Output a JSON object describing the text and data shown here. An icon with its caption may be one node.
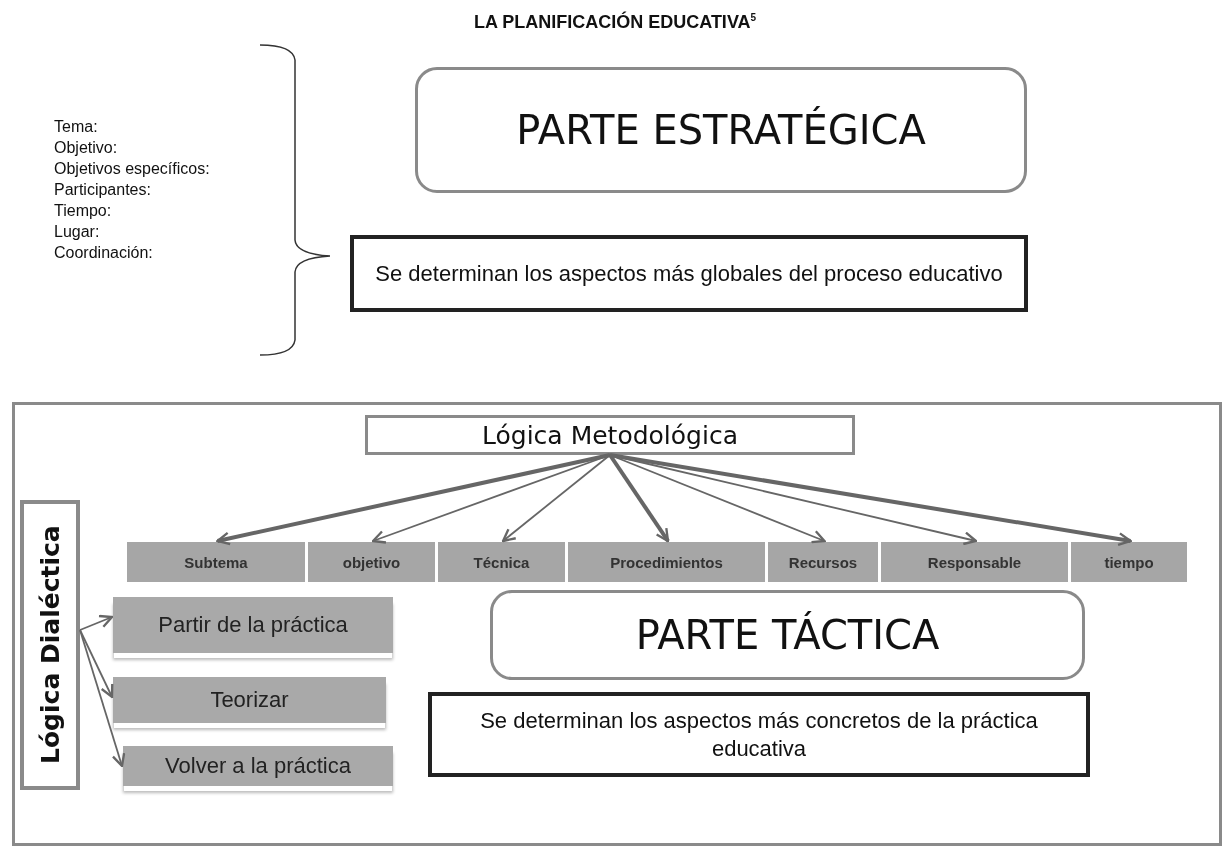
{
  "diagram": {
    "title": "LA PLANIFICACIÓN EDUCATIVA$^{5}$",
    "nodes": [
      {
        "text": [
          "PARTE ESTRATÉGICA"
        ]
      },
      {
        "text": [
          "Se determinan los aspectos más globales del proceso educativo"
        ]
      },
      {
        "text": [],
        "shape": "box"
      },
      {
        "text": [
          "Lógica Metodológica"
        ],
        "in": 2
      },
      {
        "text": [
          "Lógica Dialéctica"
        ],
        "in": 2
      },
      {
        "text": [
          "Subtema"
        ],
        "in": 2
      },
      {
        "text": [
          "objetivo"
        ],
        "in": 2
      },
      {
        "text": [
          "Técnica"
        ],
        "in": 2
      },
      {
        "text": [
          "Procedimientos"
        ],
        "in": 2
      },
      {
        "text": [
          "Recursos"
        ],
        "in": 2
      },
      {
        "text": [
          "Responsable"
        ],
        "in": 2
      },
      {
        "text": [
          "tiempo"
        ],
        "in": 2
      },
      {
        "text": [
          "Partir de la práctica"
        ],
        "in": 2
      },
      {
        "text": [
          "Teorizar"
        ],
        "in": 2
      },
      {
        "text": [
          "Volver a la práctica"
        ],
        "in": 2
      },
      {
        "text": [
          "PARTE TÁCTICA"
        ],
        "in": 2
      },
      {
        "text": [
          "Se determinan los aspectos más concretos de la práctica educativa"
        ],
        "in": 2
      }
    ],
    "edges": [
      {
        "from": 3,
        "to": 5,
        "arrow": "to",
        "style": "thick"
      },
      {
        "from": 3,
        "to": 6,
        "arrow": "to"
      },
      {
        "from": 3,
        "to": 7,
        "arrow": "to"
      },
      {
        "from": 3,
        "to": 8,
        "arrow": "to",
        "style": "thick"
      },
      {
        "from": 3,
        "to": 9,
        "arrow": "to"
      },
      {
        "from": 3,
        "to": 10,
        "arrow": "to"
      },
      {
        "from": 3,
        "to": 11,
        "arrow": "to",
        "style": "thick"
      },
      {
        "from": 4,
        "to": 12,
        "arrow": "to"
      },
      {
        "from": 4,
        "to": 13,
        "arrow": "to"
      },
      {
        "from": 4,
        "to": 14,
        "arrow": "to"
      }
    ],
    "labels": [
      "Tema:",
      "Objetivo:",
      "Objetivos específicos:",
      "Participantes:",
      "Tiempo:",
      "Lugar:",
      "Coordinación:"
    ]
  }
}
